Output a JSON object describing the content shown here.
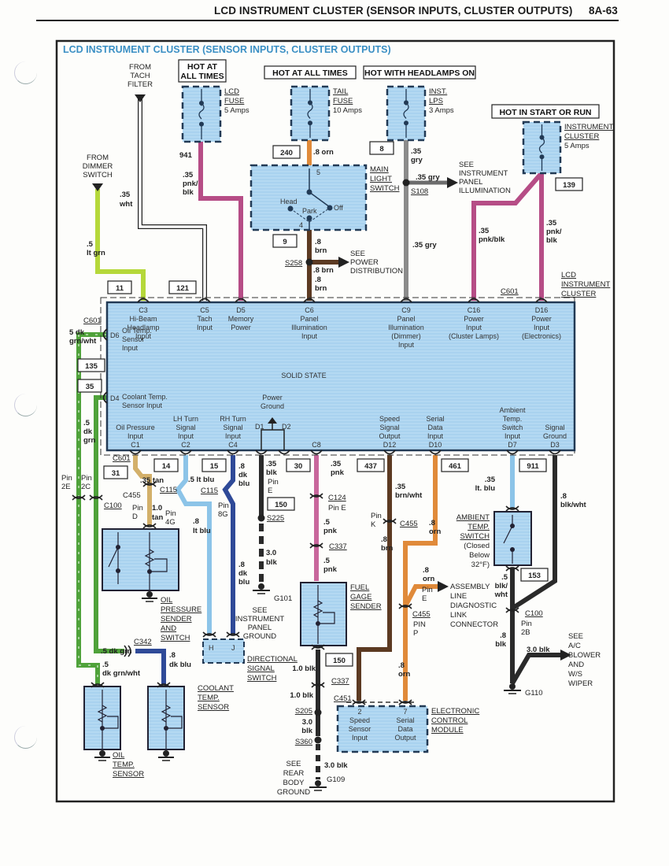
{
  "page": {
    "header_title": "LCD INSTRUMENT CLUSTER (SENSOR INPUTS, CLUSTER OUTPUTS)",
    "page_number": "8A-63"
  },
  "diagram": {
    "title": "LCD INSTRUMENT CLUSTER (SENSOR INPUTS, CLUSTER OUTPUTS)",
    "power_headers": {
      "lcd": "HOT AT ALL TIMES",
      "tail": "HOT AT ALL TIMES",
      "inst": "HOT WITH HEADLAMPS ON",
      "cluster": "HOT IN START OR RUN"
    },
    "fuses": {
      "lcd": {
        "name1": "LCD",
        "name2": "FUSE",
        "rating": "5 Amps"
      },
      "tail": {
        "name1": "TAIL",
        "name2": "FUSE",
        "rating": "10 Amps"
      },
      "inst": {
        "name1": "INST.",
        "name2": "LPS",
        "rating": "3 Amps"
      },
      "cluster": {
        "name1": "INSTRUMENT",
        "name2": "CLUSTER",
        "rating": "5 Amps"
      }
    },
    "sources": {
      "tach": [
        "FROM",
        "TACH",
        "FILTER"
      ],
      "dimmer": [
        "FROM",
        "DIMMER",
        "SWITCH"
      ]
    },
    "main_light_switch": {
      "name": [
        "MAIN",
        "LIGHT",
        "SWITCH"
      ],
      "pos_head": "Head",
      "pos_park": "Park",
      "pos_off": "Off",
      "pin5": "5",
      "pin4": "4"
    },
    "circuits": {
      "c941": "941",
      "c240": "240",
      "c8": "8",
      "c139": "139",
      "c9": "9",
      "c11": "11",
      "c121": "121",
      "c135": "135",
      "c35": "35",
      "c31": "31",
      "c14": "14",
      "c15": "15",
      "c30": "30",
      "c150a": "150",
      "c437": "437",
      "c461": "461",
      "c911": "911",
      "c153": "153",
      "c150b": "150"
    },
    "wires": {
      "w941a": ".35",
      "w941b": "pnk/",
      "w941c": "blk",
      "w240": ".8 orn",
      "w8a": ".35",
      "w8b": "gry",
      "w_s108": ".35 gry",
      "w_gry_down": ".35 gry",
      "w_tach_a": ".35",
      "w_tach_b": "wht",
      "w_dim_a": ".5",
      "w_dim_b": "lt grn",
      "w9a": ".8",
      "w9b": "brn",
      "w_s258": ".8 brn",
      "w_c6a": ".8",
      "w_c6b": "brn",
      "w_c16a": ".35",
      "w_c16b": "pnk/blk",
      "w_d16a": ".35",
      "w_d16b": "pnk/",
      "w_d16c": "blk",
      "w_d6a": "5 dk",
      "w_d6b": "grn/wht",
      "w_d4a": ".5",
      "w_d4b": "dk",
      "w_d4c": "grn",
      "w_c1": ".35 tan",
      "w_c1b_a": "1.0",
      "w_c1b_b": "tan",
      "w_c2": ".5 lt blu",
      "w_c2b_a": ".8",
      "w_c2b_b": "lt blu",
      "w_c4a": ".8",
      "w_c4b": "dk",
      "w_c4c": "blu",
      "w_c4d_a": ".8",
      "w_c4d_b": "dk",
      "w_c4d_c": "blu",
      "w_d1a": ".35",
      "w_d1b": "blk",
      "w_g101a": "3.0",
      "w_g101b": "blk",
      "w_c8a": ".35",
      "w_c8b": "pnk",
      "w_c8c_a": ".5",
      "w_c8c_b": "pnk",
      "w_c8d_a": ".5",
      "w_c8d_b": "pnk",
      "w_d12a": ".35",
      "w_d12b": "brn/wht",
      "w_d12c_a": ".8",
      "w_d12c_b": "brn",
      "w_d10a": ".8",
      "w_d10b": "orn",
      "w_d10c_a": ".8",
      "w_d10c_b": "orn",
      "w_ecm_a": ".8",
      "w_ecm_b": "orn",
      "w_d7a": ".35",
      "w_d7b": "lt. blu",
      "w_d3a": ".8",
      "w_d3b": "blk/wht",
      "w_amb_a": ".5",
      "w_amb_b": "blk/",
      "w_amb_c": "wht",
      "w_g110a": ".8",
      "w_g110b": "blk",
      "w_g110c": "3.0 blk",
      "w_dkgrn": ".5 dk grn",
      "w_oiltemp_a": ".5",
      "w_oiltemp_b": "dk grn/wht",
      "w_cool_a": ".8",
      "w_cool_b": "dk blu",
      "w_fuel_g": "1.0 blk",
      "w_s205": "1.0 blk",
      "w_s360a": "3.0",
      "w_s360b": "blk",
      "w_g109": "3.0 blk"
    },
    "connectors": {
      "c601_top": "C601",
      "c601_left": "C601",
      "c601_bot": "C601",
      "c100_left": "C100",
      "c100_right": "C100",
      "pin2e_a": "Pin",
      "pin2e_b": "2E",
      "pin2c_a": "Pin",
      "pin2c_b": "2C",
      "c455a": "C455",
      "pin_d_a": "Pin",
      "pin_d_b": "D",
      "c115a": "C115",
      "pin4g_a": "Pin",
      "pin4g_b": "4G",
      "c115b": "C115",
      "pin8g_a": "Pin",
      "pin8g_b": "8G",
      "pin_e_a": "Pin",
      "pin_e_b": "E",
      "c124": "C124",
      "c124_pin": "Pin E",
      "c337a": "C337",
      "c337b": "C337",
      "pin_k_a": "Pin",
      "pin_k_b": "K",
      "c455b": "C455",
      "pin_e2_a": "Pin",
      "pin_e2_b": "E",
      "c455c": "C455",
      "pin_p_a": "PIN",
      "pin_p_b": "P",
      "pin2b_a": "Pin",
      "pin2b_b": "2B",
      "c342": "C342",
      "c451": "C451",
      "s108": "S108",
      "s258": "S258",
      "s225": "S225",
      "s205": "S205",
      "s360": "S360",
      "g101": "G101",
      "g109": "G109",
      "g110": "G110"
    },
    "cluster": {
      "label": [
        "LCD",
        "INSTRUMENT",
        "CLUSTER"
      ],
      "center": "SOLID STATE",
      "top_pins": [
        {
          "pin": "C3",
          "desc": [
            "Hi-Beam",
            "Headlamp",
            "Input"
          ]
        },
        {
          "pin": "C5",
          "desc": [
            "Tach",
            "Input"
          ]
        },
        {
          "pin": "D5",
          "desc": [
            "Memory",
            "Power"
          ]
        },
        {
          "pin": "C6",
          "desc": [
            "Panel",
            "Illumination",
            "Input"
          ]
        },
        {
          "pin": "C9",
          "desc": [
            "Panel",
            "Illumination",
            "(Dimmer)",
            "Input"
          ]
        },
        {
          "pin": "C16",
          "desc": [
            "Power",
            "Input",
            "(Cluster Lamps)"
          ]
        },
        {
          "pin": "D16",
          "desc": [
            "Power",
            "Input",
            "(Electronics)"
          ]
        }
      ],
      "left_pins": [
        {
          "pin": "D6",
          "desc": [
            "Oil Temp.",
            "Sensor",
            "Input"
          ]
        },
        {
          "pin": "D4",
          "desc": [
            "Coolant Temp.",
            "Sensor Input"
          ]
        }
      ],
      "bottom_pins": [
        {
          "pin": "C1",
          "desc": [
            "Oil Pressure",
            "Input"
          ]
        },
        {
          "pin": "C2",
          "desc": [
            "LH Turn",
            "Signal",
            "Input"
          ]
        },
        {
          "pin": "C4",
          "desc": [
            "RH Turn",
            "Signal",
            "Input"
          ]
        },
        {
          "pin": "C8",
          "desc": []
        },
        {
          "pin": "D12",
          "desc": [
            "Speed",
            "Signal",
            "Output"
          ]
        },
        {
          "pin": "D10",
          "desc": [
            "Serial",
            "Data",
            "Input"
          ]
        },
        {
          "pin": "D7",
          "desc": [
            "Ambient",
            "Temp.",
            "Switch",
            "Input"
          ]
        },
        {
          "pin": "D3",
          "desc": [
            "Signal",
            "Ground"
          ]
        }
      ],
      "power_ground": [
        "Power",
        "Ground"
      ],
      "d1": "D1",
      "d2": "D2"
    },
    "components": {
      "oil_pressure": [
        "OIL",
        "PRESSURE",
        "SENDER",
        "AND",
        "SWITCH"
      ],
      "directional": [
        "DIRECTIONAL",
        "SIGNAL",
        "SWITCH"
      ],
      "dir_h": "H",
      "dir_j": "J",
      "fuel_gage": [
        "FUEL",
        "GAGE",
        "SENDER"
      ],
      "ambient": [
        "AMBIENT",
        "TEMP.",
        "SWITCH"
      ],
      "ambient_note": [
        "(Closed",
        "Below",
        "32°F)"
      ],
      "coolant": [
        "COOLANT",
        "TEMP.",
        "SENSOR"
      ],
      "oil_temp": [
        "OIL",
        "TEMP.",
        "SENSOR"
      ],
      "ecm": [
        "ELECTRONIC",
        "CONTROL",
        "MODULE"
      ],
      "ecm_pin2": [
        "2",
        "Speed",
        "Sensor",
        "Input"
      ],
      "ecm_pin7": [
        "7",
        "Serial",
        "Data",
        "Output"
      ]
    },
    "references": {
      "inst_panel_illum": [
        "SEE",
        "INSTRUMENT",
        "PANEL",
        "ILLUMINATION"
      ],
      "power_dist": [
        "SEE",
        "POWER",
        "DISTRIBUTION"
      ],
      "inst_panel_ground": [
        "SEE",
        "INSTRUMENT",
        "PANEL",
        "GROUND"
      ],
      "aldl": [
        "ASSEMBLY",
        "LINE",
        "DIAGNOSTIC",
        "LINK",
        "CONNECTOR"
      ],
      "ac_blower": [
        "SEE",
        "A/C",
        "BLOWER",
        "AND",
        "W/S",
        "WIPER"
      ],
      "rear_body": [
        "SEE",
        "REAR",
        "BODY",
        "GROUND"
      ]
    },
    "colors": {
      "component_fill": "#a9d2ef",
      "title_blue": "#3a8fc4",
      "pnk_blk": "#b64d86",
      "orn": "#e08a3a",
      "gry": "#8b8b8b",
      "brn": "#5c3a22",
      "lt_grn": "#b5d83a",
      "dk_grn": "#4fa23a",
      "tan": "#d3b06a",
      "lt_blu": "#8cc4e8",
      "dk_blu": "#2f4a98",
      "blk": "#2a2a2a",
      "pnk": "#c8679c"
    }
  }
}
